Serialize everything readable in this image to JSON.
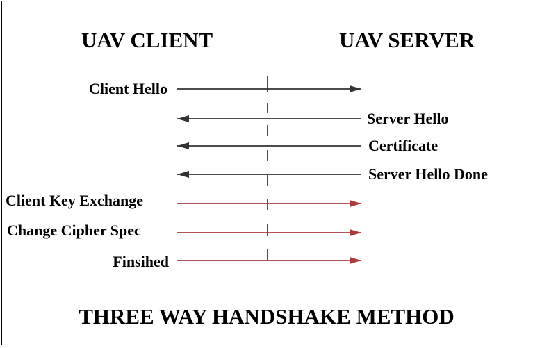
{
  "headers": {
    "client": "UAV CLIENT",
    "server": "UAV SERVER"
  },
  "messages": [
    {
      "label": "Client Hello",
      "direction": "client-to-server",
      "color": "#333333"
    },
    {
      "label": "Server Hello",
      "direction": "server-to-client",
      "color": "#333333"
    },
    {
      "label": "Certificate",
      "direction": "server-to-client",
      "color": "#333333"
    },
    {
      "label": "Server Hello Done",
      "direction": "server-to-client",
      "color": "#333333"
    },
    {
      "label": "Client Key Exchange",
      "direction": "client-to-server",
      "color": "#a83a3a"
    },
    {
      "label": "Change Cipher Spec",
      "direction": "client-to-server",
      "color": "#a83a3a"
    },
    {
      "label": "Finsihed",
      "direction": "client-to-server",
      "color": "#a83a3a"
    }
  ],
  "caption": "THREE WAY HANDSHAKE METHOD"
}
